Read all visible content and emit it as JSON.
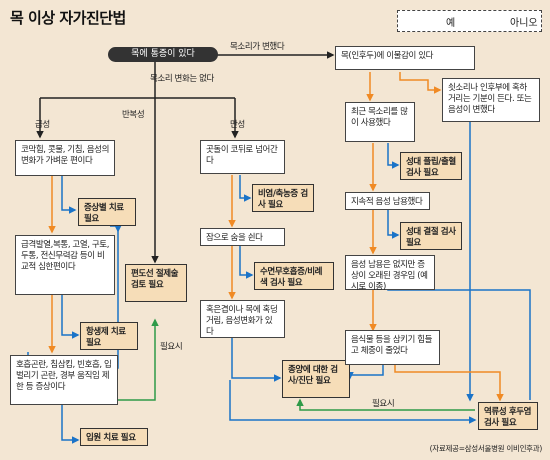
{
  "title": "목 이상 자가진단법",
  "legend": {
    "yes": "예",
    "no": "아니오",
    "yes_color": "#1a73c8",
    "no_color": "#f08a24",
    "green": "#2e9a48"
  },
  "start": "목에 통증이 있다",
  "labels": {
    "voice_changed": "목소리가 변했다",
    "voice_not_changed": "목소리 변화는 없다",
    "acute": "급성",
    "recurrent": "반복성",
    "chronic": "만성",
    "if_needed_1": "필요시",
    "if_needed_2": "필요시"
  },
  "nodes": {
    "pharynx": "목(인후두)에 이물감이 있다",
    "fever": "코막힘, 콧물, 기침, 음성의 변화가 가벼운 편이다",
    "sym_treat": "증상별 치료 필요",
    "severe": "급격발열,복통, 고열, 구토, 두통, 전신무력감 등이 비교적 심한편이다",
    "antibiotic": "항생제 치료 필요",
    "breathing": "호흡곤란, 침삼킴, 빈호흡, 입 벌리기 곤란, 경부 움직임 제한 등 증상이다",
    "hospital": "입원 치료 필요",
    "tonsil": "편도선 절제술 검토 필요",
    "food": "곳돌이 코뒤로 넘어간다",
    "nasal": "비염/축농증 검사 필요",
    "snore": "잠으로 숨을 쉰다",
    "sleep": "수면무호흡증/비례색 검사 필요",
    "mass": "혹은겹이나 목에 혹덩거림, 음성변화가 있다",
    "thyroid": "종양에 대한 검사/진단 필요",
    "wheezing": "쇳소리나 인후부에 혹하거리는 기분이 든다. 또는 음성이 변했다",
    "recent_voice": "최근 목소리를 많이 사용했다",
    "polyp": "성대 플립/출혈 검사 필요",
    "hoarse": "지속적 음성 남용했다",
    "nodule": "성대 결절 검사 필요",
    "reflux": "음성 남용은 없지만 증상이 오래된 경우임 (예시로 이종)",
    "swallow": "음식물 등을 삼키기 힘들고 체중이 줄었다",
    "reflux_test": "역류성 후두염 검사 필요"
  },
  "source": "(자료제공=삼성서울병원 이비인후과)"
}
